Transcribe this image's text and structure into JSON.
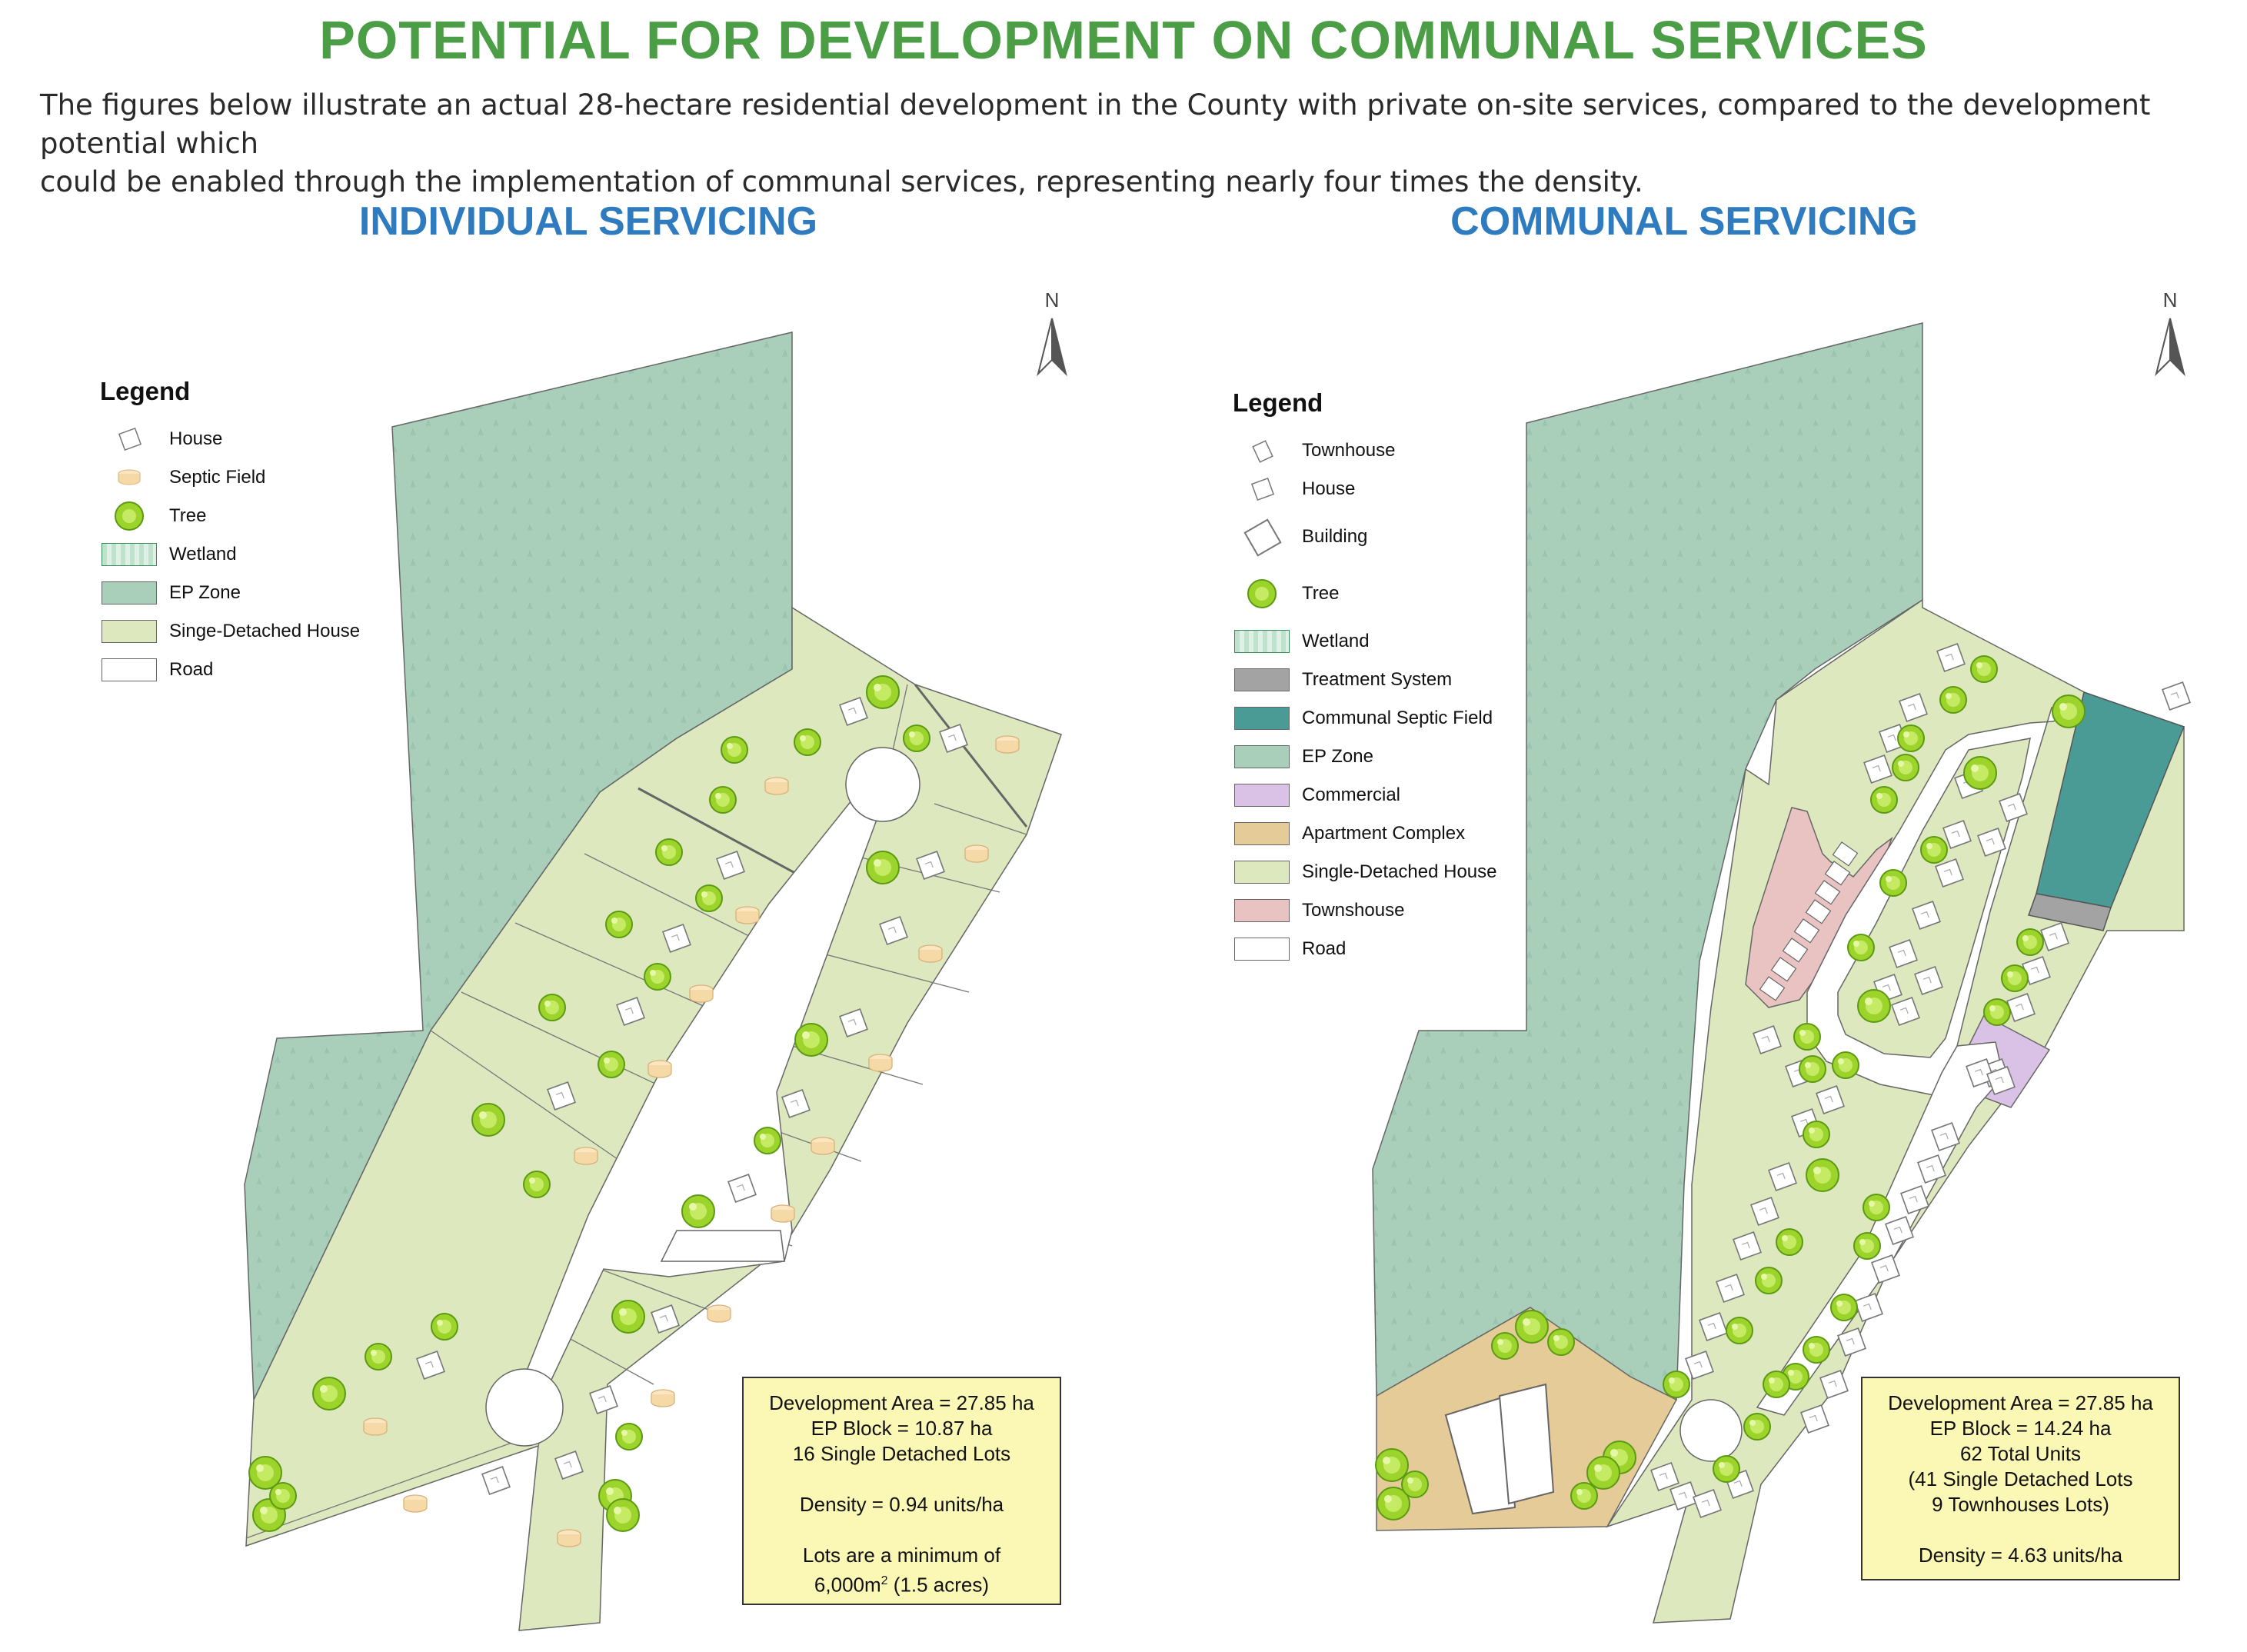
{
  "header": {
    "title": "POTENTIAL FOR DEVELOPMENT ON COMMUNAL SERVICES",
    "intro_line1": "The figures below illustrate an actual 28-hectare residential development in the County with private on-site services, compared to the development potential which",
    "intro_line2": "could be enabled through the implementation of communal services, representing nearly four times the density."
  },
  "colors": {
    "title": "#4c9e46",
    "panel_title": "#2f7bbf",
    "ep_zone": "#a9cfbb",
    "single_detached": "#dde8bf",
    "road": "#ffffff",
    "townhouse": "#e8c3c1",
    "commercial": "#d9c2e6",
    "apartment": "#e5cb97",
    "treatment": "#a3a3a3",
    "communal_septic": "#4a9a96",
    "septic_field": "#f5d9a7",
    "tree": "#9dd42c",
    "info_box": "#fbf7b4"
  },
  "individual": {
    "title": "INDIVIDUAL SERVICING",
    "north": "N",
    "legend": {
      "heading": "Legend",
      "items": [
        {
          "label": "House",
          "symbol": "house-icon"
        },
        {
          "label": "Septic Field",
          "symbol": "septic-field-icon"
        },
        {
          "label": "Tree",
          "symbol": "tree-icon"
        },
        {
          "label": "Wetland",
          "symbol": "wetland-swatch"
        },
        {
          "label": "EP Zone",
          "symbol": "ep-zone-swatch"
        },
        {
          "label": "Singe-Detached House",
          "symbol": "single-detached-swatch"
        },
        {
          "label": "Road",
          "symbol": "road-swatch"
        }
      ]
    },
    "info": {
      "line1": "Development Area = 27.85 ha",
      "line2": "EP Block = 10.87 ha",
      "line3": "16 Single Detached Lots",
      "line4": "Density = 0.94 units/ha",
      "line5": "Lots are a minimum of",
      "line6a": "6,000m",
      "line6sup": "2",
      "line6b": " (1.5 acres)"
    }
  },
  "communal": {
    "title": "COMMUNAL SERVICING",
    "north": "N",
    "legend": {
      "heading": "Legend",
      "items": [
        {
          "label": "Townhouse",
          "symbol": "townhouse-icon"
        },
        {
          "label": "House",
          "symbol": "house-icon"
        },
        {
          "label": "Building",
          "symbol": "building-icon"
        },
        {
          "label": "Tree",
          "symbol": "tree-icon"
        },
        {
          "label": "Wetland",
          "symbol": "wetland-swatch"
        },
        {
          "label": "Treatment System",
          "symbol": "treatment-swatch"
        },
        {
          "label": "Communal Septic Field",
          "symbol": "communal-septic-swatch"
        },
        {
          "label": "EP Zone",
          "symbol": "ep-zone-swatch"
        },
        {
          "label": "Commercial",
          "symbol": "commercial-swatch"
        },
        {
          "label": "Apartment Complex",
          "symbol": "apartment-swatch"
        },
        {
          "label": "Single-Detached House",
          "symbol": "single-detached-swatch"
        },
        {
          "label": "Townshouse",
          "symbol": "townhouse-swatch"
        },
        {
          "label": "Road",
          "symbol": "road-swatch"
        }
      ]
    },
    "info": {
      "line1": "Development Area = 27.85 ha",
      "line2": "EP Block = 14.24 ha",
      "line3": "62 Total Units",
      "line4": "(41 Single Detached Lots",
      "line5": "9 Townhouses Lots)",
      "line6": "Density = 4.63 units/ha"
    }
  }
}
